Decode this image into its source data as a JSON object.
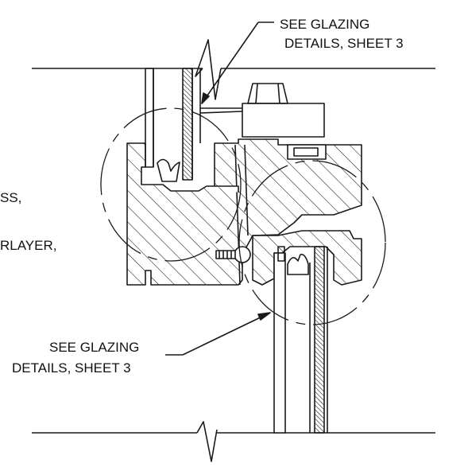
{
  "callouts": {
    "top_right": {
      "line1": "SEE GLAZING",
      "line2": "DETAILS, SHEET 3"
    },
    "bottom_left": {
      "line1": "SEE GLAZING",
      "line2": "DETAILS, SHEET 3"
    },
    "left_cut_1": "SS,",
    "left_cut_2": "RLAYER,"
  },
  "colors": {
    "line": "#1a1a1a",
    "background": "#ffffff"
  }
}
